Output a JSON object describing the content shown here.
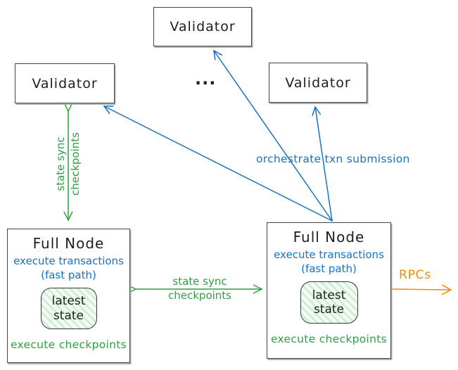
{
  "colors": {
    "blue": "#1971c2",
    "green": "#2f9e44",
    "orange": "#f08c00",
    "ink": "#1e1e1e"
  },
  "validators": {
    "top": "Validator",
    "left": "Validator",
    "right": "Validator",
    "ellipsis": "..."
  },
  "full_node_left": {
    "title": "Full Node",
    "fast_line1": "execute transactions",
    "fast_line2": "(fast path)",
    "state_line1": "latest",
    "state_line2": "state",
    "checkpoints": "execute checkpoints"
  },
  "full_node_right": {
    "title": "Full Node",
    "fast_line1": "execute transactions",
    "fast_line2": "(fast path)",
    "state_line1": "latest",
    "state_line2": "state",
    "checkpoints": "execute checkpoints"
  },
  "edge_labels": {
    "left_sync_line1": "state sync",
    "left_sync_line2": "checkpoints",
    "mid_sync_line1": "state sync",
    "mid_sync_line2": "checkpoints",
    "orchestrate": "orchestrate txn submission",
    "rpc": "RPCs"
  }
}
